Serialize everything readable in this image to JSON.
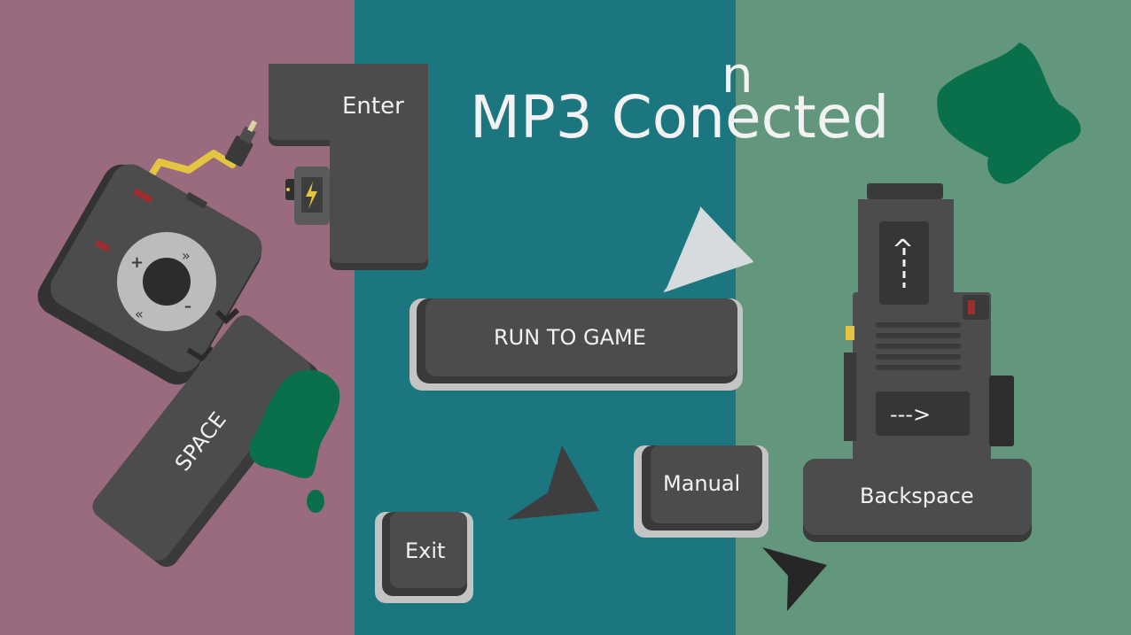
{
  "title": {
    "main": "MP3 Conected",
    "correction": "n"
  },
  "keys": {
    "enter": "Enter",
    "space": "SPACE",
    "backspace": "Backspace",
    "up_arrow": "^",
    "right_arrow": "--->"
  },
  "menu": {
    "run_to_game": "RUN TO GAME",
    "manual": "Manual",
    "exit": "Exit"
  },
  "mp3_player": {
    "plus": "+",
    "minus": "–",
    "next": "»",
    "prev": "«"
  },
  "colors": {
    "left_panel": "#9a6a7e",
    "center_panel": "#1b7680",
    "right_panel": "#62977d",
    "device": "#4c4c4c",
    "device_dark": "#3a3a3a",
    "highlight": "#e5e5e5",
    "paint": "#0a6f4b",
    "cable": "#e4c542"
  }
}
